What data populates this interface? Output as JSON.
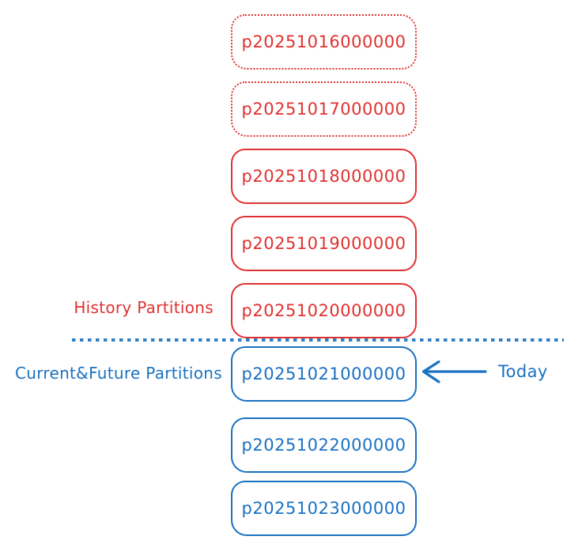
{
  "diagram": {
    "colors": {
      "history": "#e03131",
      "future": "#1971c2",
      "divider": "#2f80c3",
      "background": "#ffffff"
    },
    "labels": {
      "history_group": "History Partitions",
      "future_group": "Current&Future Partitions",
      "today": "Today"
    },
    "partitions": [
      {
        "name": "p20251016000000",
        "group": "history",
        "border": "dotted",
        "is_today": false
      },
      {
        "name": "p20251017000000",
        "group": "history",
        "border": "dotted",
        "is_today": false
      },
      {
        "name": "p20251018000000",
        "group": "history",
        "border": "solid",
        "is_today": false
      },
      {
        "name": "p20251019000000",
        "group": "history",
        "border": "solid",
        "is_today": false
      },
      {
        "name": "p20251020000000",
        "group": "history",
        "border": "solid",
        "is_today": false
      },
      {
        "name": "p20251021000000",
        "group": "future",
        "border": "solid",
        "is_today": true
      },
      {
        "name": "p20251022000000",
        "group": "future",
        "border": "solid",
        "is_today": false
      },
      {
        "name": "p20251023000000",
        "group": "future",
        "border": "solid",
        "is_today": false
      }
    ]
  }
}
